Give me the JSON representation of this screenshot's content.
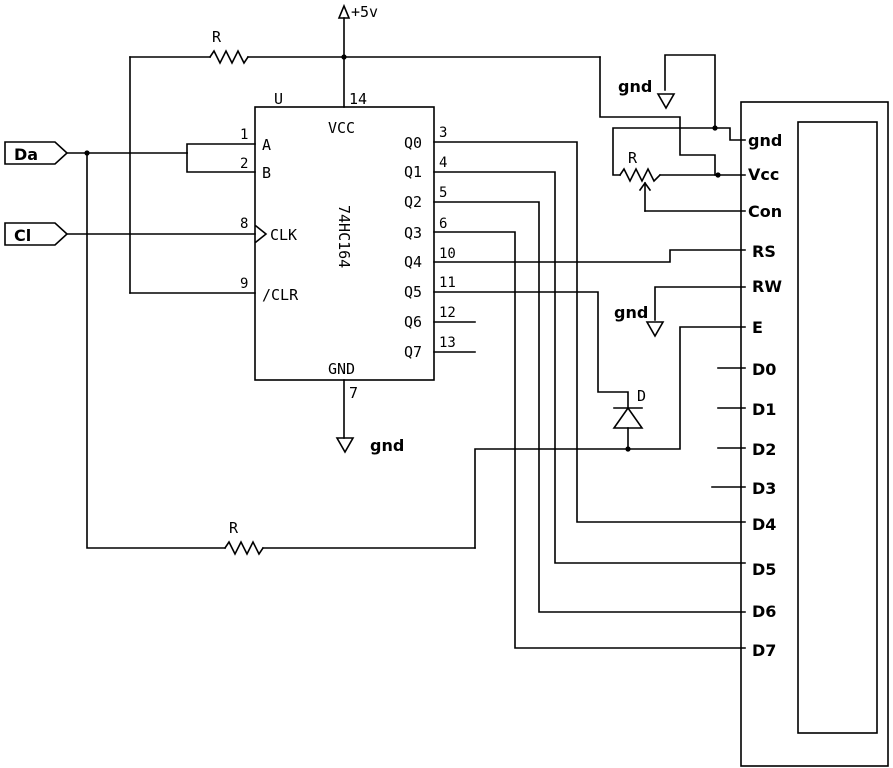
{
  "supply": {
    "label": "+5v"
  },
  "inputs": [
    {
      "label": "Da"
    },
    {
      "label": "Cl"
    }
  ],
  "resistor_labels": [
    "R",
    "R",
    "R"
  ],
  "chip": {
    "ref": "U",
    "part": "74HC164",
    "vcc_label": "VCC",
    "vcc_pin": "14",
    "gnd_label": "GND",
    "gnd_pin": "7",
    "left_pins": [
      {
        "num": "1",
        "name": "A"
      },
      {
        "num": "2",
        "name": "B"
      },
      {
        "num": "8",
        "name": "CLK"
      },
      {
        "num": "9",
        "name": "/CLR"
      }
    ],
    "right_pins": [
      {
        "num": "3",
        "name": "Q0"
      },
      {
        "num": "4",
        "name": "Q1"
      },
      {
        "num": "5",
        "name": "Q2"
      },
      {
        "num": "6",
        "name": "Q3"
      },
      {
        "num": "10",
        "name": "Q4"
      },
      {
        "num": "11",
        "name": "Q5"
      },
      {
        "num": "12",
        "name": "Q6"
      },
      {
        "num": "13",
        "name": "Q7"
      }
    ]
  },
  "gnd_labels": [
    "gnd",
    "gnd",
    "gnd"
  ],
  "diode_label": "D",
  "lcd_pins": [
    "gnd",
    "Vcc",
    "Con",
    "RS",
    "RW",
    "E",
    "D0",
    "D1",
    "D2",
    "D3",
    "D4",
    "D5",
    "D6",
    "D7"
  ]
}
